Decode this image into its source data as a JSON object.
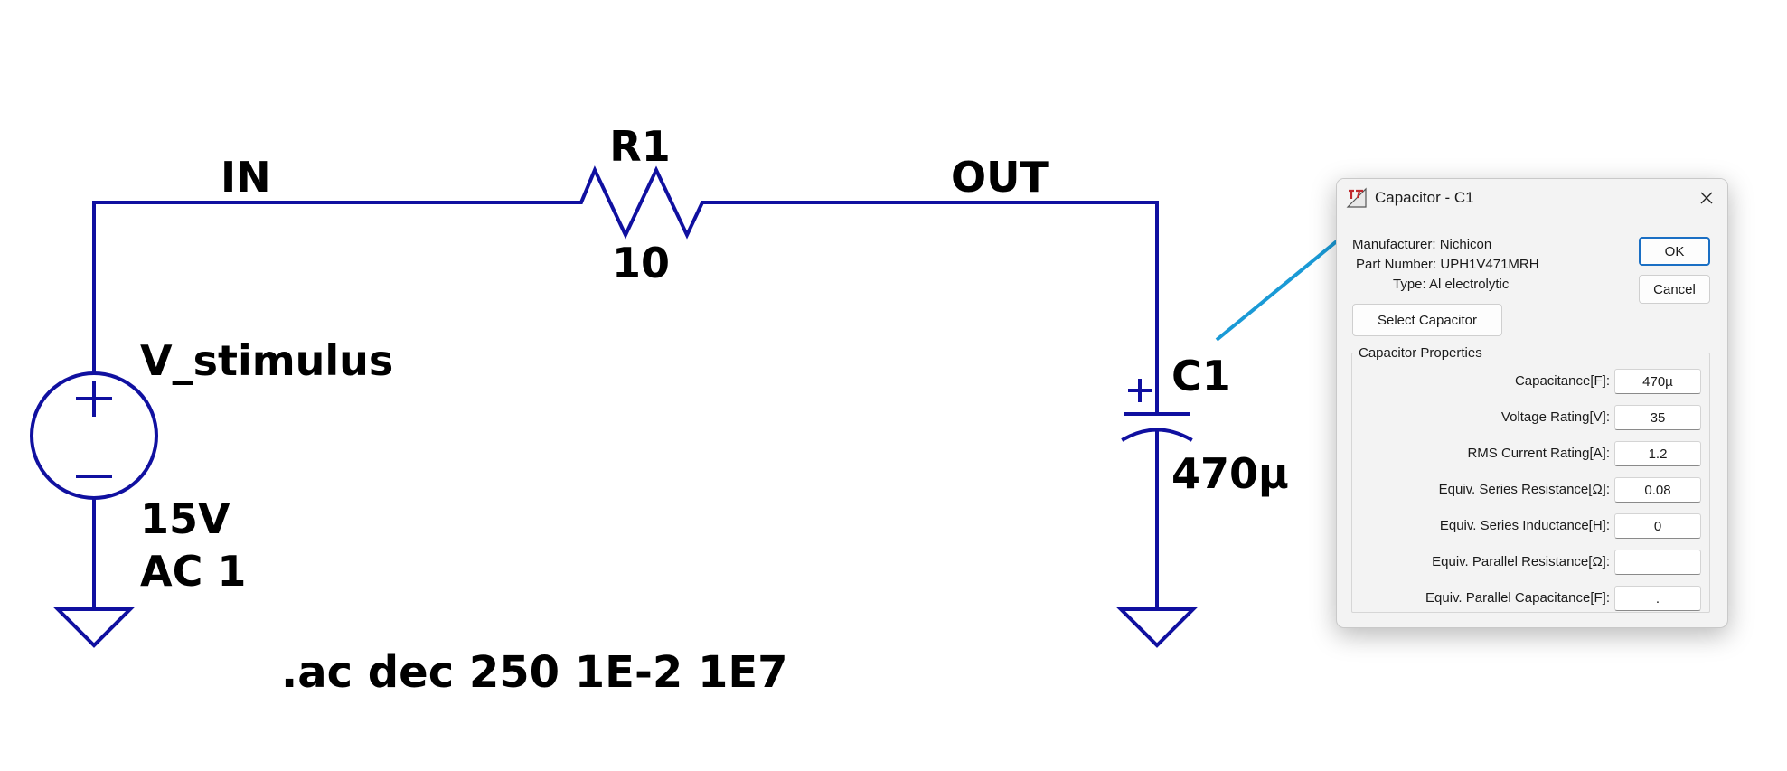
{
  "schematic": {
    "colors": {
      "wire": "#1010a0",
      "annotation_line": "#1a9ad6"
    },
    "net_in": "IN",
    "net_out": "OUT",
    "resistor": {
      "name": "R1",
      "value": "10"
    },
    "source": {
      "name": "V_stimulus",
      "value": "15V",
      "ac": "AC 1"
    },
    "capacitor": {
      "name": "C1",
      "value": "470µ"
    },
    "directive": ".ac dec 250 1E-2 1E7"
  },
  "dialog": {
    "title": "Capacitor - C1",
    "app_icon": "ltspice-icon",
    "close_icon": "close-icon",
    "manufacturer": "Manufacturer: Nichicon",
    "part_number": "Part Number: UPH1V471MRH",
    "type": "Type: Al electrolytic",
    "ok_label": "OK",
    "cancel_label": "Cancel",
    "select_label": "Select Capacitor",
    "group_label": "Capacitor Properties",
    "properties": [
      {
        "label": "Capacitance[F]:",
        "value": "470µ"
      },
      {
        "label": "Voltage Rating[V]:",
        "value": "35"
      },
      {
        "label": "RMS Current Rating[A]:",
        "value": "1.2"
      },
      {
        "label": "Equiv. Series Resistance[Ω]:",
        "value": "0.08"
      },
      {
        "label": "Equiv. Series Inductance[H]:",
        "value": "0"
      },
      {
        "label": "Equiv. Parallel Resistance[Ω]:",
        "value": ""
      },
      {
        "label": "Equiv. Parallel Capacitance[F]:",
        "value": "."
      }
    ]
  }
}
